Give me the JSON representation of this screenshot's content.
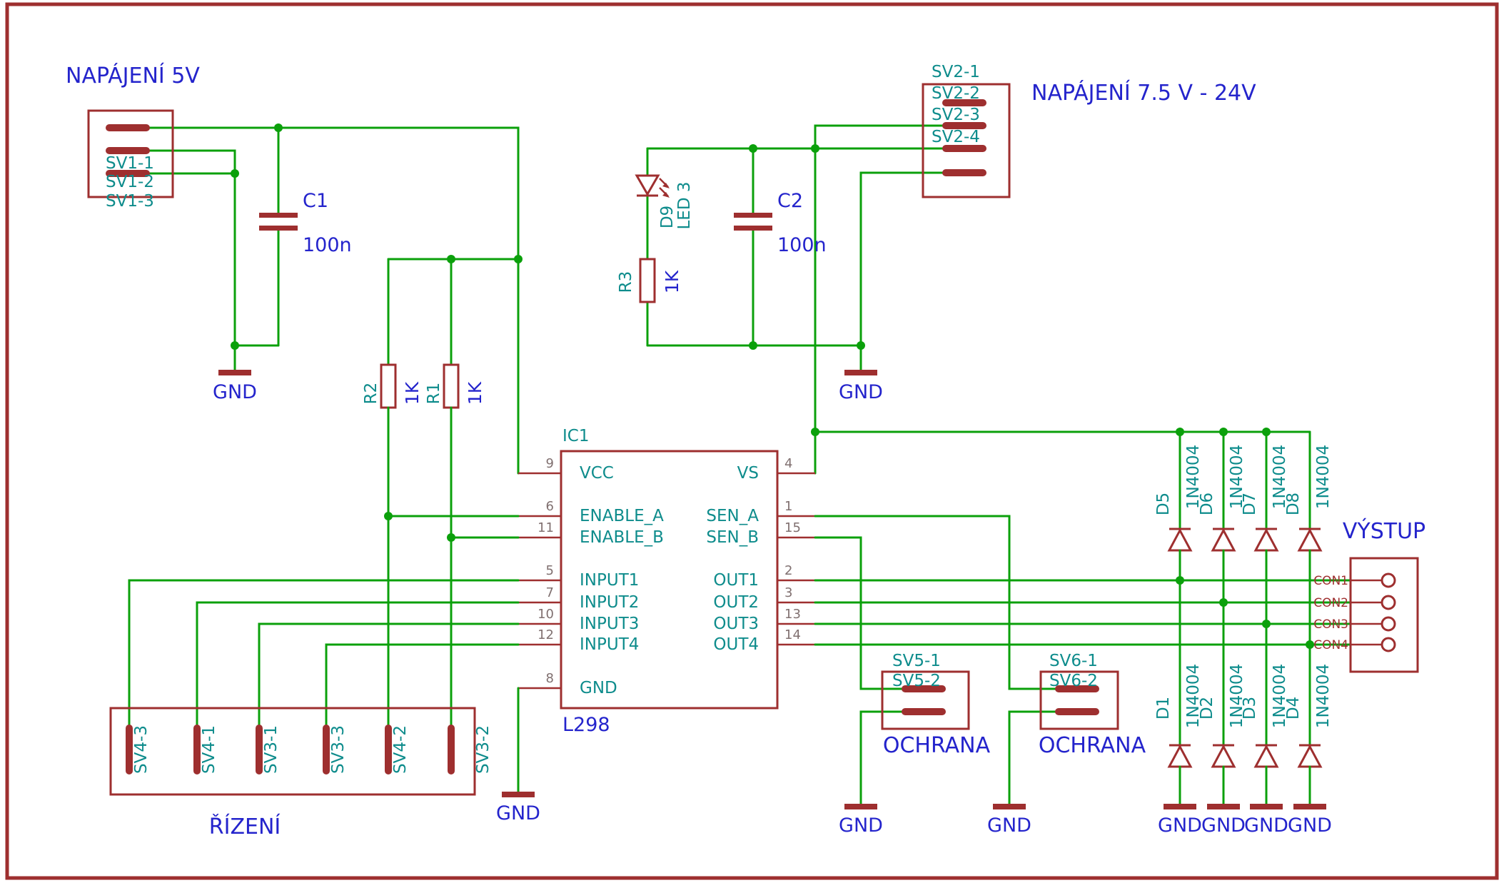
{
  "colors": {
    "symbol": "#9E2F2F",
    "wire": "#0BA00B",
    "teal": "#0E8C8C",
    "blue": "#2424CC",
    "pin": "#807070",
    "bg": "#FFFFFF"
  },
  "labels": {
    "supply5": "NAPÁJENÍ 5V",
    "supply12": "NAPÁJENÍ 7.5 V - 24V",
    "gnd": "GND",
    "control_title": "ŘÍZENÍ",
    "output_title": "VÝSTUP",
    "protect_title": "OCHRANA"
  },
  "sv1": {
    "pins": [
      "SV1-1",
      "SV1-2",
      "SV1-3"
    ]
  },
  "sv2": {
    "pins": [
      "SV2-1",
      "SV2-2",
      "SV2-3",
      "SV2-4"
    ]
  },
  "c1": {
    "name": "C1",
    "value": "100n"
  },
  "c2": {
    "name": "C2",
    "value": "100n"
  },
  "r1": {
    "name": "R1",
    "value": "1K"
  },
  "r2": {
    "name": "R2",
    "value": "1K"
  },
  "r3": {
    "name": "R3",
    "value": "1K"
  },
  "led": {
    "name": "D9",
    "value": "LED 3"
  },
  "ic": {
    "name": "IC1",
    "value": "L298",
    "left_pins": [
      {
        "num": "9",
        "label": "VCC"
      },
      {
        "num": "6",
        "label": "ENABLE_A"
      },
      {
        "num": "11",
        "label": "ENABLE_B"
      },
      {
        "num": "5",
        "label": "INPUT1"
      },
      {
        "num": "7",
        "label": "INPUT2"
      },
      {
        "num": "10",
        "label": "INPUT3"
      },
      {
        "num": "12",
        "label": "INPUT4"
      },
      {
        "num": "8",
        "label": "GND"
      }
    ],
    "right_pins": [
      {
        "num": "4",
        "label": "VS"
      },
      {
        "num": "1",
        "label": "SEN_A"
      },
      {
        "num": "15",
        "label": "SEN_B"
      },
      {
        "num": "2",
        "label": "OUT1"
      },
      {
        "num": "3",
        "label": "OUT2"
      },
      {
        "num": "13",
        "label": "OUT3"
      },
      {
        "num": "14",
        "label": "OUT4"
      }
    ]
  },
  "control": {
    "pins": [
      "SV4-3",
      "SV4-1",
      "SV3-1",
      "SV3-3",
      "SV4-2",
      "SV3-2"
    ]
  },
  "sv5": {
    "pins": [
      "SV5-1",
      "SV5-2"
    ]
  },
  "sv6": {
    "pins": [
      "SV6-1",
      "SV6-2"
    ]
  },
  "diodes": {
    "top": [
      {
        "name": "D5",
        "value": "1N4004"
      },
      {
        "name": "D6",
        "value": "1N4004"
      },
      {
        "name": "D7",
        "value": "1N4004"
      },
      {
        "name": "D8",
        "value": "1N4004"
      }
    ],
    "bottom": [
      {
        "name": "D1",
        "value": "1N4004"
      },
      {
        "name": "D2",
        "value": "1N4004"
      },
      {
        "name": "D3",
        "value": "1N4004"
      },
      {
        "name": "D4",
        "value": "1N4004"
      }
    ]
  },
  "output": {
    "pads": [
      "CON1",
      "CON2",
      "CON3",
      "CON4"
    ]
  }
}
